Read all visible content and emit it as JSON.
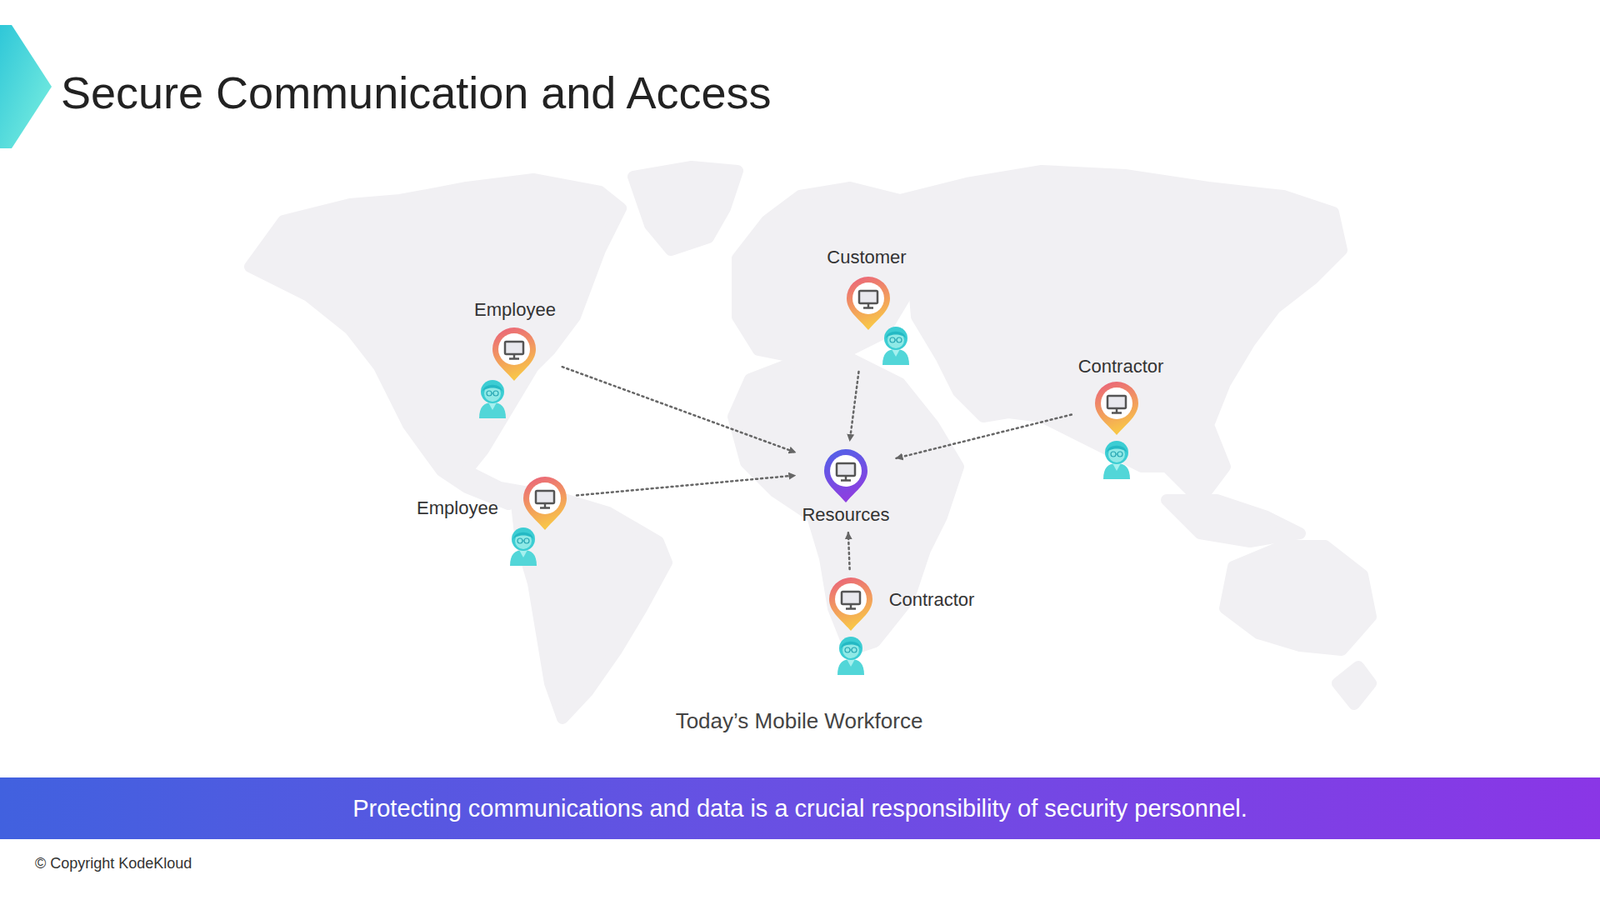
{
  "diagram": {
    "title": "Secure Communication and Access",
    "caption": "Today’s Mobile Workforce",
    "nodes": [
      {
        "text": [
          "Customer"
        ]
      },
      {
        "text": [
          "Employee"
        ]
      },
      {
        "text": [
          "Contractor"
        ]
      },
      {
        "text": [
          "Resources"
        ]
      },
      {
        "text": [
          "Employee"
        ]
      },
      {
        "text": [
          "Contractor"
        ]
      },
      {
        "text": [
          "Protecting communications and data is a crucial responsibility of security personnel."
        ]
      }
    ],
    "edges": [
      {
        "from": 0,
        "to": 3,
        "arrow": "to"
      },
      {
        "from": 1,
        "to": 3,
        "arrow": "to"
      },
      {
        "from": 2,
        "to": 3,
        "arrow": "to"
      },
      {
        "from": 4,
        "to": 3,
        "arrow": "to"
      },
      {
        "from": 5,
        "to": 3,
        "arrow": "to"
      }
    ],
    "labels": [
      "© Copyright KodeKloud"
    ]
  }
}
